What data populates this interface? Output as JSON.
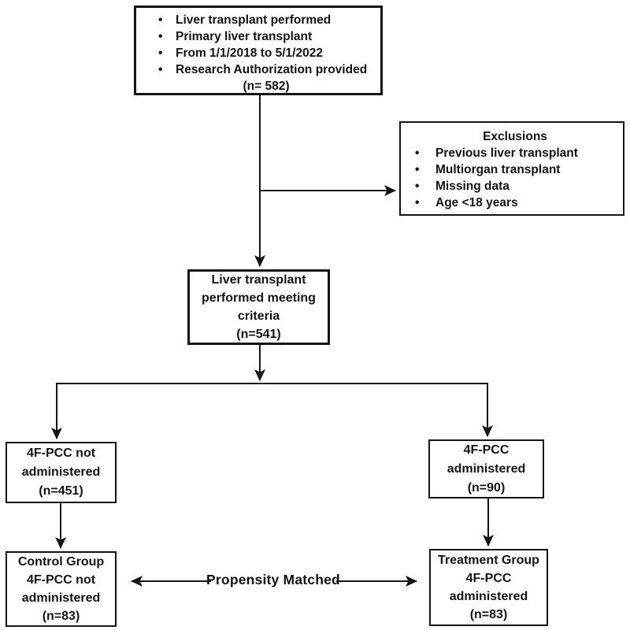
{
  "flowchart": {
    "initial": {
      "bullets": [
        "Liver transplant performed",
        "Primary liver transplant",
        "From 1/1/2018 to 5/1/2022",
        "Research Authorization provided"
      ],
      "count": "(n= 582)"
    },
    "exclusions": {
      "title": "Exclusions",
      "bullets": [
        "Previous liver transplant",
        "Multiorgan transplant",
        "Missing data",
        "Age <18 years"
      ]
    },
    "meeting_criteria": {
      "lines": [
        "Liver transplant",
        "performed meeting",
        "criteria",
        "(n=541)"
      ]
    },
    "pcc_not_administered": {
      "lines": [
        "4F-PCC not",
        "administered",
        "(n=451)"
      ]
    },
    "pcc_administered": {
      "lines": [
        "4F-PCC",
        "administered",
        "(n=90)"
      ]
    },
    "control_group": {
      "lines": [
        "Control Group",
        "4F-PCC not",
        "administered",
        "(n=83)"
      ]
    },
    "treatment_group": {
      "lines": [
        "Treatment Group",
        "4F-PCC",
        "administered",
        "(n=83)"
      ]
    },
    "labels": {
      "propensity_matched": "Propensity Matched"
    },
    "colors": {
      "line": "#141414",
      "box_border": "#141414",
      "text": "#141414",
      "background": "#ffffff"
    }
  }
}
